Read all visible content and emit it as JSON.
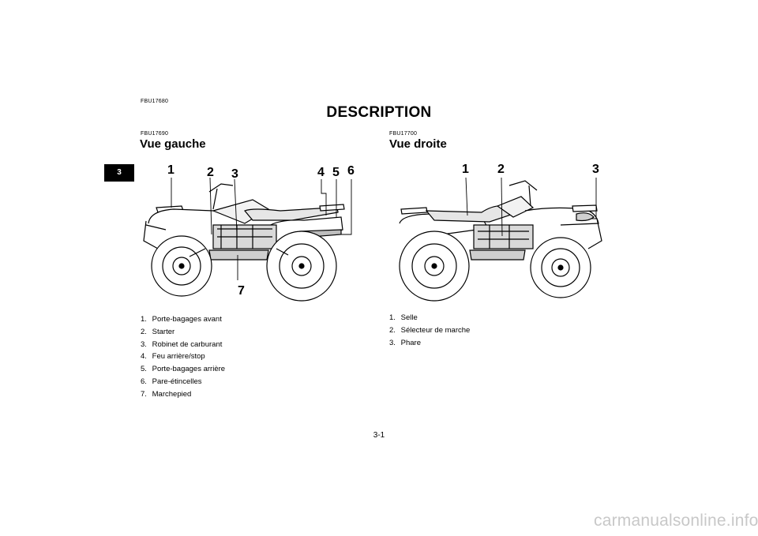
{
  "header": {
    "code": "FBU17680",
    "title": "DESCRIPTION"
  },
  "chapter_tab": "3",
  "left": {
    "code": "FBU17690",
    "title": "Vue gauche",
    "callouts": [
      "1",
      "2",
      "3",
      "4",
      "5",
      "6",
      "7"
    ],
    "items": [
      {
        "num": "1.",
        "label": "Porte-bagages avant"
      },
      {
        "num": "2.",
        "label": "Starter"
      },
      {
        "num": "3.",
        "label": "Robinet de carburant"
      },
      {
        "num": "4.",
        "label": "Feu arrière/stop"
      },
      {
        "num": "5.",
        "label": "Porte-bagages arrière"
      },
      {
        "num": "6.",
        "label": "Pare-étincelles"
      },
      {
        "num": "7.",
        "label": "Marchepied"
      }
    ]
  },
  "right": {
    "code": "FBU17700",
    "title": "Vue droite",
    "callouts": [
      "1",
      "2",
      "3"
    ],
    "items": [
      {
        "num": "1.",
        "label": "Selle"
      },
      {
        "num": "2.",
        "label": "Sélecteur de marche"
      },
      {
        "num": "3.",
        "label": "Phare"
      }
    ]
  },
  "footer": {
    "page_number": "3-1",
    "watermark": "carmanualsonline.info"
  }
}
